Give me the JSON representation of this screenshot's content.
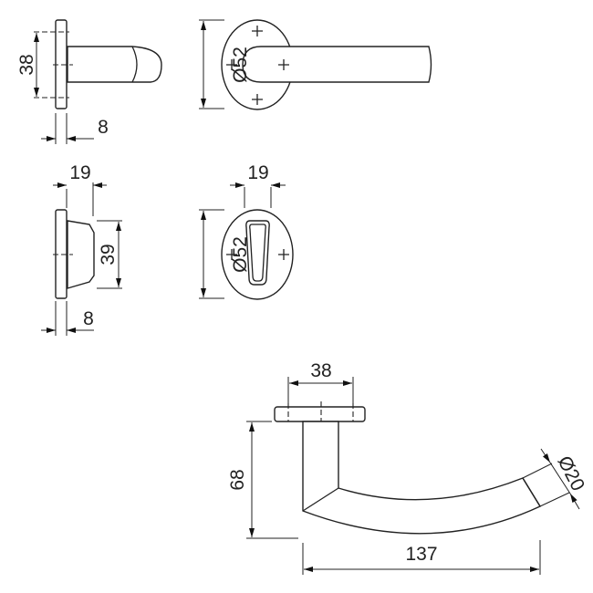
{
  "title": "Door handle set technical drawing",
  "views": {
    "handle_side": {
      "rose_height": "38",
      "rose_thickness": "8"
    },
    "handle_front": {
      "rose_diameter": "Ø52"
    },
    "turn_side": {
      "knob_depth": "19",
      "knob_height": "39",
      "rose_thickness": "8"
    },
    "turn_front": {
      "turn_width": "19",
      "rose_diameter": "Ø52"
    },
    "lever_top": {
      "rose_fixing_spacing": "38",
      "lever_height": "68",
      "lever_length": "137",
      "grip_diameter": "Ø20"
    }
  },
  "colors": {
    "line": "#222222",
    "background": "#ffffff"
  }
}
